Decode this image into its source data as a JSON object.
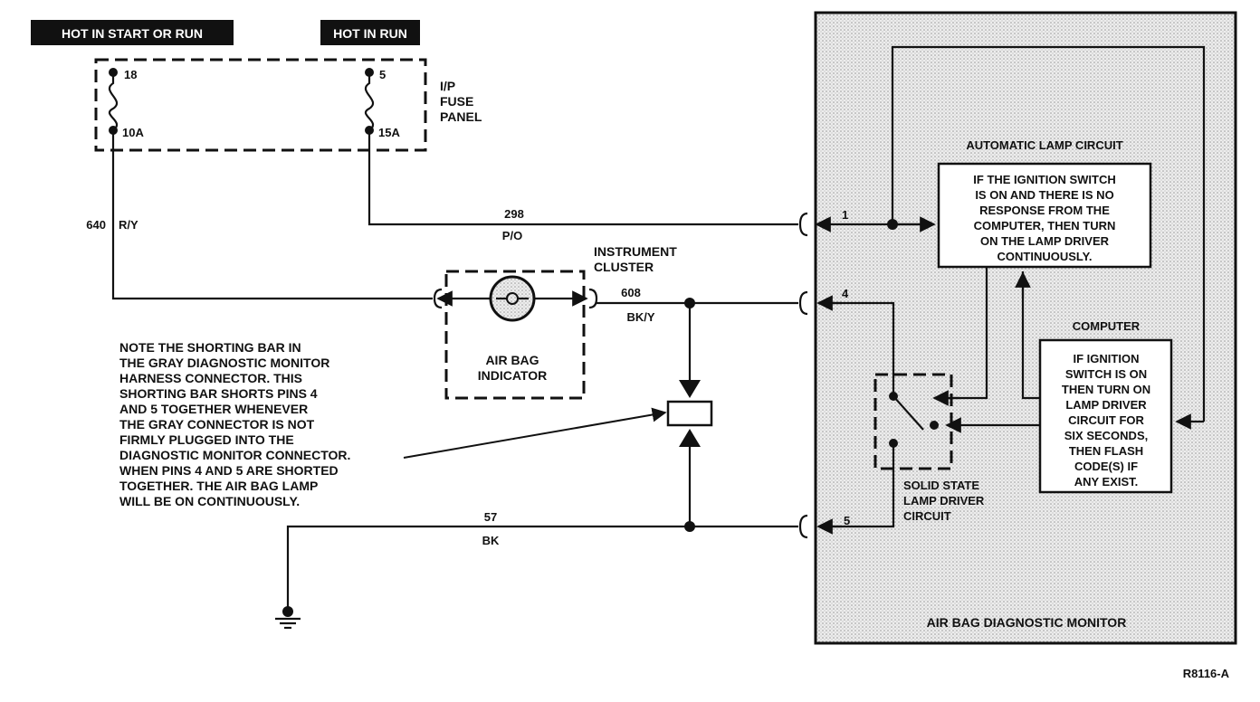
{
  "hot_labels": {
    "start_or_run": "HOT IN START OR RUN",
    "run": "HOT IN RUN"
  },
  "fuse_panel": {
    "title": [
      "I/P",
      "FUSE",
      "PANEL"
    ],
    "fuse_left": {
      "number": "18",
      "rating": "10A"
    },
    "fuse_right": {
      "number": "5",
      "rating": "15A"
    }
  },
  "wires": {
    "w640": {
      "number": "640",
      "color": "R/Y"
    },
    "w298": {
      "number": "298",
      "color": "P/O"
    },
    "w608": {
      "number": "608",
      "color": "BK/Y"
    },
    "w57": {
      "number": "57",
      "color": "BK"
    }
  },
  "instrument_cluster": {
    "title": [
      "INSTRUMENT",
      "CLUSTER"
    ],
    "indicator": [
      "AIR BAG",
      "INDICATOR"
    ]
  },
  "note": [
    "NOTE THE SHORTING BAR IN",
    "THE GRAY DIAGNOSTIC MONITOR",
    "HARNESS CONNECTOR. THIS",
    "SHORTING BAR SHORTS PINS 4",
    "AND 5 TOGETHER WHENEVER",
    "THE GRAY CONNECTOR IS NOT",
    "FIRMLY PLUGGED INTO THE",
    "DIAGNOSTIC MONITOR CONNECTOR.",
    "WHEN PINS 4 AND 5 ARE SHORTED",
    "TOGETHER. THE AIR BAG LAMP",
    "WILL BE ON CONTINUOUSLY."
  ],
  "monitor": {
    "title": "AIR BAG DIAGNOSTIC MONITOR",
    "pins": {
      "p1": "1",
      "p4": "4",
      "p5": "5"
    },
    "auto_lamp": {
      "title": "AUTOMATIC LAMP CIRCUIT",
      "text": [
        "IF THE IGNITION SWITCH",
        "IS ON AND THERE IS NO",
        "RESPONSE FROM THE",
        "COMPUTER, THEN TURN",
        "ON THE LAMP DRIVER",
        "CONTINUOUSLY."
      ]
    },
    "computer": {
      "title": "COMPUTER",
      "text": [
        "IF IGNITION",
        "SWITCH IS ON",
        "THEN TURN ON",
        "LAMP DRIVER",
        "CIRCUIT FOR",
        "SIX SECONDS,",
        "THEN FLASH",
        "CODE(S) IF",
        "ANY EXIST."
      ]
    },
    "lamp_driver": [
      "SOLID STATE",
      "LAMP DRIVER",
      "CIRCUIT"
    ]
  },
  "figure_code": "R8116-A",
  "colors": {
    "ink": "#111111",
    "shade": "#e6e6e6",
    "paper": "#ffffff"
  }
}
